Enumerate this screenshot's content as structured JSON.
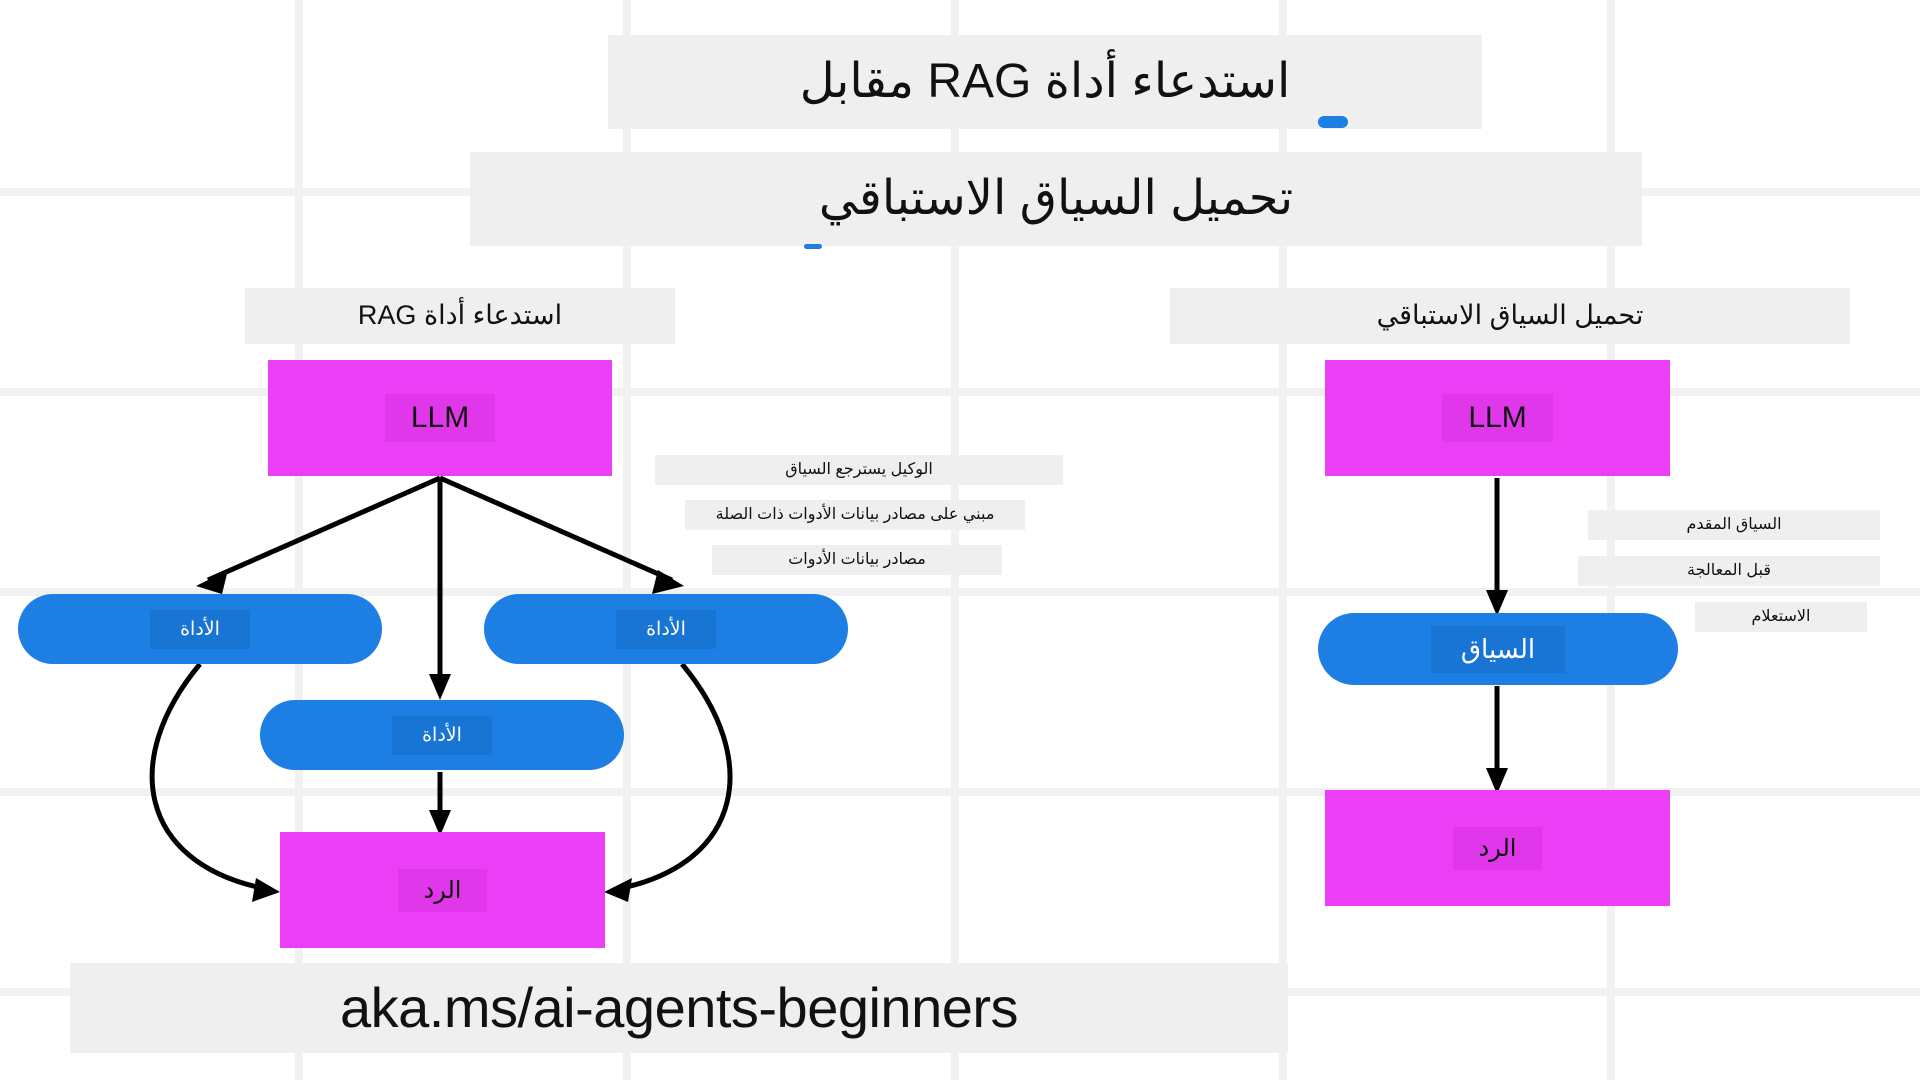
{
  "heading": {
    "line_1": "استدعاء أداة RAG مقابل",
    "line_2": "تحميل السياق الاستباقي"
  },
  "columns": {
    "left": {
      "header": "استدعاء أداة RAG",
      "nodes": {
        "llm": "LLM",
        "tool_left": "الأداة",
        "tool_right": "الأداة",
        "tool_center": "الأداة",
        "response": "الرد"
      },
      "annotations": [
        "الوكيل يسترجع السياق",
        "مبني على مصادر بيانات الأدوات ذات الصلة",
        "مصادر بيانات الأدوات"
      ]
    },
    "right": {
      "header": "تحميل السياق الاستباقي",
      "nodes": {
        "llm": "LLM",
        "context": "السياق",
        "response": "الرد"
      },
      "annotations": [
        "السياق المقدم",
        "قبل المعالجة",
        "الاستعلام"
      ]
    }
  },
  "footer": {
    "url": "aka.ms/ai-agents-beginners"
  },
  "colors": {
    "magenta_node": "#ED3EF7",
    "blue_node": "#1D7FE3",
    "chip_background": "#EFEFEF",
    "grid_line": "#F1F1F1",
    "arrow": "#000000",
    "page_background": "#FFFFFF"
  }
}
